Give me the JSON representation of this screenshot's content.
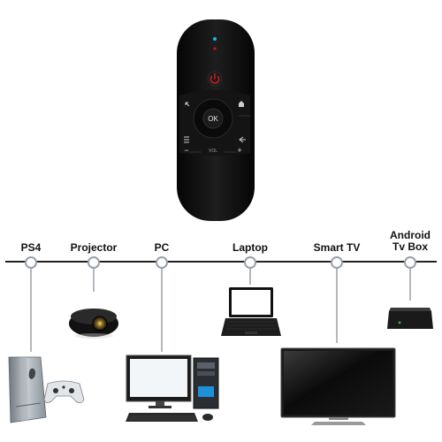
{
  "remote": {
    "ok_label": "OK",
    "vol_label": "VOL",
    "vol_minus": "−",
    "vol_plus": "+"
  },
  "devices": [
    {
      "id": "ps4",
      "label": "PS4"
    },
    {
      "id": "projector",
      "label": "Projector"
    },
    {
      "id": "pc",
      "label": "PC"
    },
    {
      "id": "laptop",
      "label": "Laptop"
    },
    {
      "id": "smart-tv",
      "label": "Smart TV"
    },
    {
      "id": "android-tv-box",
      "label": "Android Tv Box"
    }
  ],
  "colors": {
    "remote_body": "#111111",
    "power": "#c8141a",
    "indicator": "#1ab5e8",
    "line": "#222222",
    "node": "#9aa0a6"
  }
}
